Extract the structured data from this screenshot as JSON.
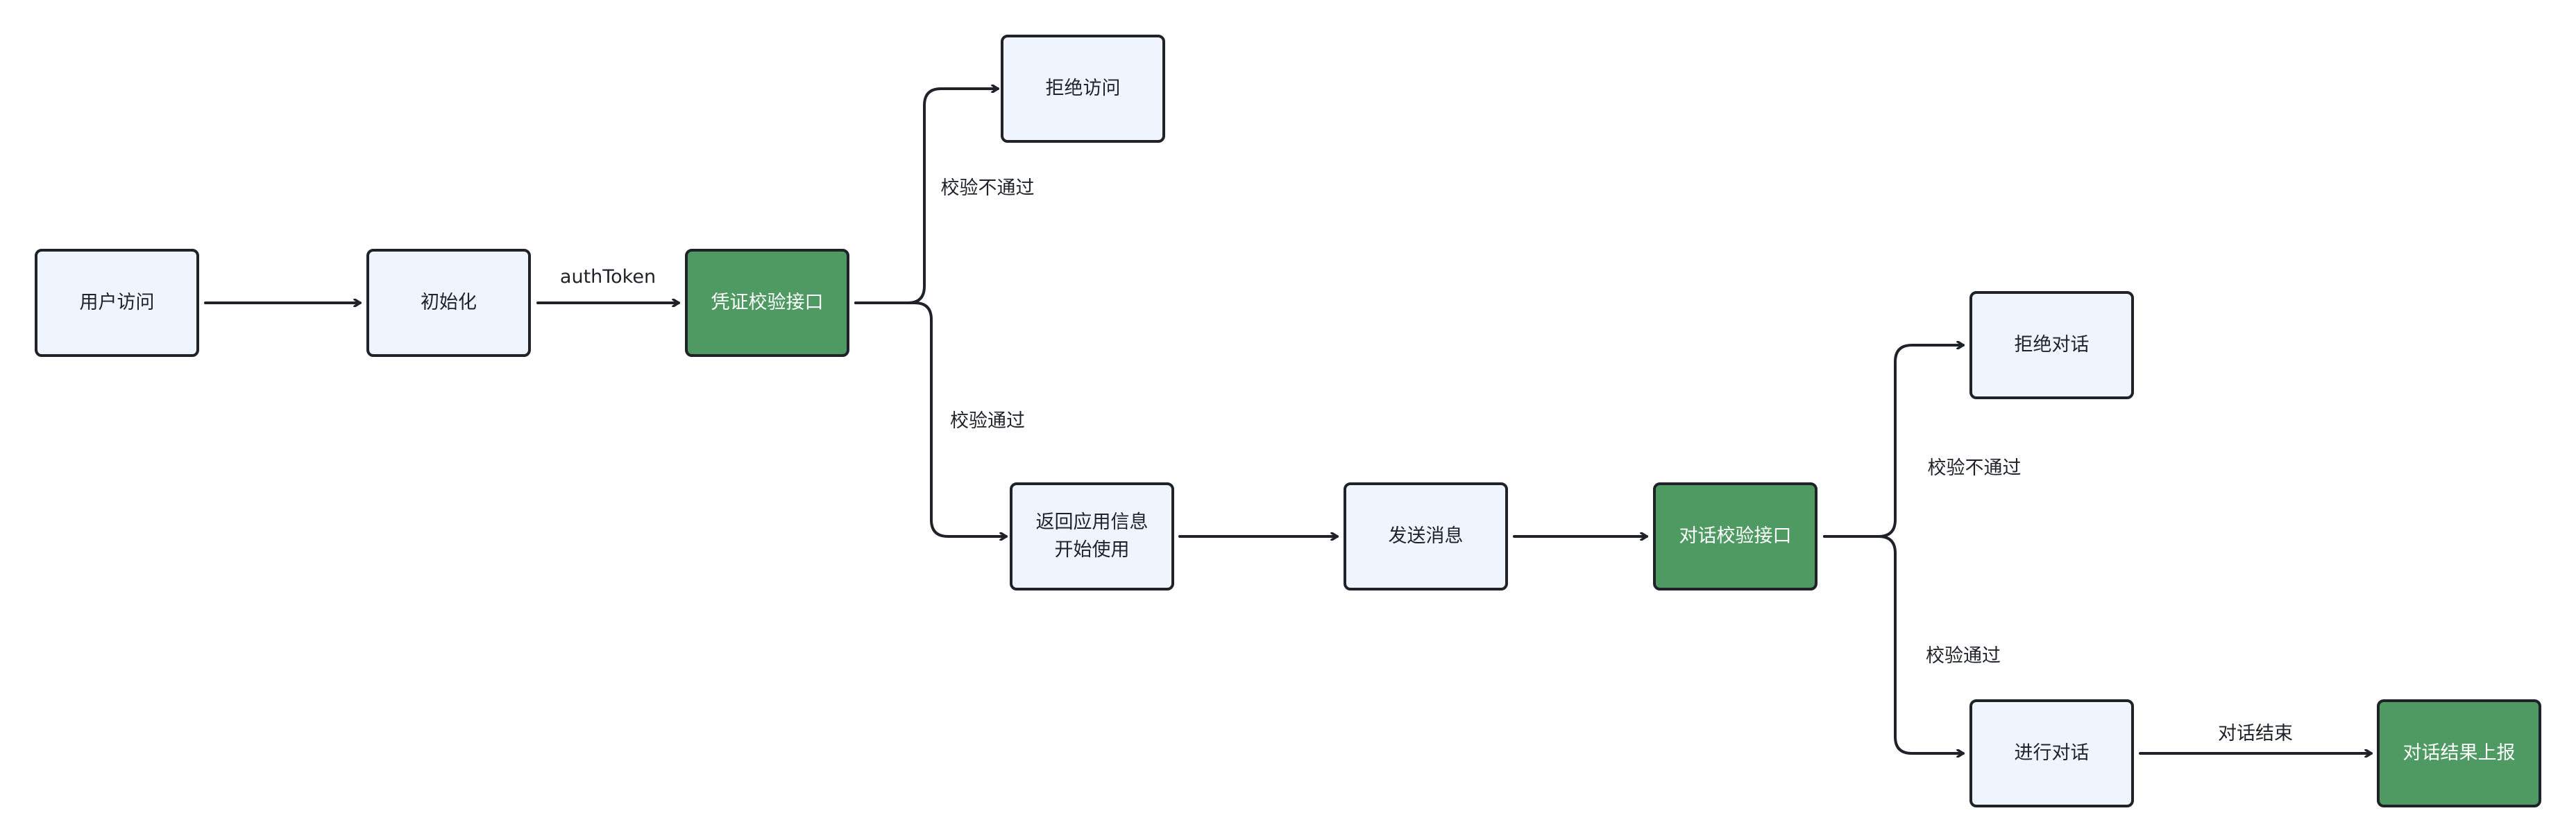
{
  "colors": {
    "node_fill": "#eff4fd",
    "accent_fill": "#4e9a62",
    "stroke": "#1f2329",
    "accent_text": "#ffffff"
  },
  "nodes": {
    "user_visit": "用户访问",
    "init": "初始化",
    "credential_check": "凭证校验接口",
    "deny_access": "拒绝访问",
    "return_info": "返回应用信息\n开始使用",
    "send_message": "发送消息",
    "dialog_check": "对话校验接口",
    "deny_dialog": "拒绝对话",
    "start_dialog": "进行对话",
    "report_result": "对话结果上报"
  },
  "edge_labels": {
    "auth_token": "authToken",
    "cred_fail": "校验不通过",
    "cred_pass": "校验通过",
    "dialog_fail": "校验不通过",
    "dialog_pass": "校验通过",
    "dialog_end": "对话结束"
  }
}
